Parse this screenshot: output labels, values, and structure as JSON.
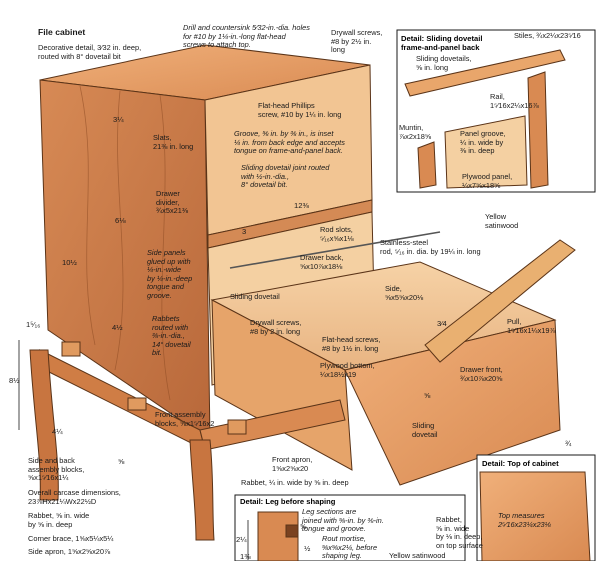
{
  "title": "File cabinet",
  "details": {
    "sliding_dovetail": "Detail: Sliding dovetail\nframe-and-panel back",
    "top": "Detail: Top of cabinet",
    "leg": "Detail: Leg before shaping"
  },
  "labels": {
    "decorative_detail": "Decorative detail, 3⁄32 in. deep,\nrouted with 8° dovetail bit",
    "drill": "Drill and countersink 5⁄32-in.-dia. holes\nfor #10 by 1¼-in.-long flat-head\nscrews to attach top.",
    "drywall_top": "Drywall screws,\n#8 by 2½ in.\nlong",
    "stiles": "Stiles, ¾x2¼x23⁵⁄16",
    "sliding_dovetails": "Sliding dovetails,\n⅝ in. long",
    "rail": "Rail,\n1⁵⁄16x2¼x16⅞",
    "muntin": "Muntin,\n⅞x2x18⅝",
    "panel_groove": "Panel groove,\n¼ in. wide by\n⅜ in. deep",
    "plywood_panel": "Plywood panel,\n¼x7⅝x18⅝",
    "flathead_phillips": "Flat-head Phillips\nscrew, #10 by 1¼ in. long",
    "slats": "Slats,\n21⅜ in. long",
    "groove": "Groove, ⅝ in. by ⅜ in., is inset\n¼ in. from back edge and accepts\ntongue on frame-and-panel back.",
    "sliding_joint": "Sliding dovetail joint routed\nwith ½-in.-dia.,\n8° dovetail bit.",
    "drawer_divider": "Drawer\ndivider,\n¾x5x21⅜",
    "rod_slots": "Rod slots,\n⁵⁄₁₆x⅝x1⅛",
    "yellow_satinwood": "Yellow\nsatinwood",
    "stainless_rod": "Stainless-steel\nrod, ⁵⁄₁₆ in. dia. by 19¼ in. long",
    "drawer_back": "Drawer back,\n⅝x10⅞x18⅛",
    "side_panels": "Side panels\nglued up with\n¼-in.-wide\nby ¼-in.-deep\ntongue and\ngroove.",
    "sliding_dovetail_mid": "Sliding dovetail",
    "side": "Side,\n⅝x5⅝x20⅛",
    "drywall_mid": "Drywall screws,\n#8 by 2 in. long",
    "rabbets": "Rabbets\nrouted with\n⅜-in.-dia.,\n14° dovetail\nbit.",
    "flathead_screws": "Flat-head screws,\n#8 by 1½ in. long",
    "pull": "Pull,\n1⁵⁄16x1¼x19⅞",
    "plywood_bottom": "Plywood bottom,\n¼x18½x19",
    "drawer_front": "Drawer front,\n¾x10⅞x20⅝",
    "front_assembly": "Front assembly\nblocks, ⅝x1⁵⁄16x2",
    "front_apron": "Front apron,\n1⅝x2⅝x20",
    "rabbet_bottom": "Rabbet, ¼ in. wide by ⅝ in. deep",
    "sliding_dovetail_low": "Sliding\ndovetail",
    "side_back_blocks": "Side and back\nassembly blocks,\n⅝x1⁵⁄16x1¼",
    "overall": "Overall carcase dimensions,\n23⅞Hx21¼Wx22½D",
    "rabbet_left": "Rabbet, ⅝ in. wide\nby ⅝ in. deep",
    "corner_brace": "Corner brace, 1⅝x5¼x5¼",
    "side_apron": "Side apron, 1⅝x2⅝x20⅞",
    "leg_sections": "Leg sections are\njoined with ⅝-in. by ⅜-in.\ntongue and groove.",
    "rout_mortise": "Rout mortise,\n⅝x⅝x2¼, before\nshaping leg.",
    "rabbet_top": "Rabbet,\n⅝ in. wide\nby ⅛ in. deep,\non top surface",
    "top_measures": "Top measures\n2⁵⁄16x23¼x23⅛",
    "yellow_satinwood_low": "Yellow satinwood"
  },
  "dimensions": {
    "d_3_25": "3¼",
    "d_6_125": "6⅛",
    "d_10_5": "10½",
    "d_4_5": "4½",
    "d_12": "12⅜",
    "d_3": "3",
    "d_3_4": "3⁄4",
    "d_1_25": "1⁵⁄₁₆",
    "d_8_25": "8½",
    "d_4_25": "4¼",
    "d_half": "⅝",
    "d_5_8": "⅝",
    "d_3_4_top": "¾",
    "d_2_25": "2¼",
    "d_1_375": "1⅜",
    "d_3_8": "⅝",
    "d_1_2": "½"
  }
}
